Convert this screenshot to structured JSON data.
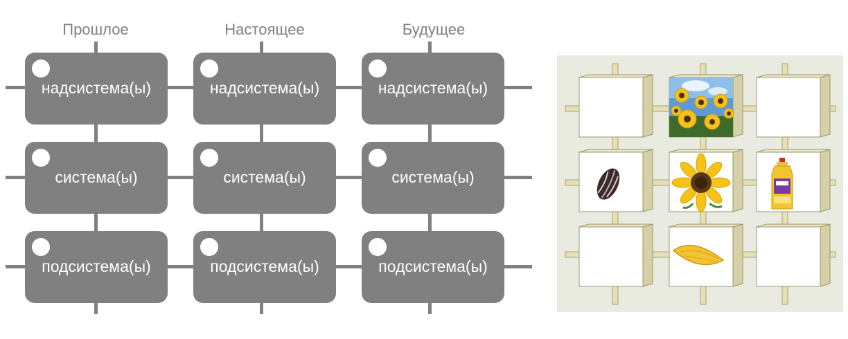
{
  "columns": [
    "Прошлое",
    "Настоящее",
    "Будущее"
  ],
  "rows": [
    [
      "надсистема(ы)",
      "надсистема(ы)",
      "надсистема(ы)"
    ],
    [
      "система(ы)",
      "система(ы)",
      "система(ы)"
    ],
    [
      "подсистема(ы)",
      "подсистема(ы)",
      "подсистема(ы)"
    ]
  ],
  "colors": {
    "box": "#808080",
    "panel": "#e9ebe0",
    "text": "#ffffff"
  },
  "panel_cells": [
    [
      "empty",
      "sunflower-field",
      "empty"
    ],
    [
      "sunflower-seed",
      "sunflower-flower",
      "oil-bottle"
    ],
    [
      "empty",
      "seed-kernel",
      "empty"
    ]
  ]
}
